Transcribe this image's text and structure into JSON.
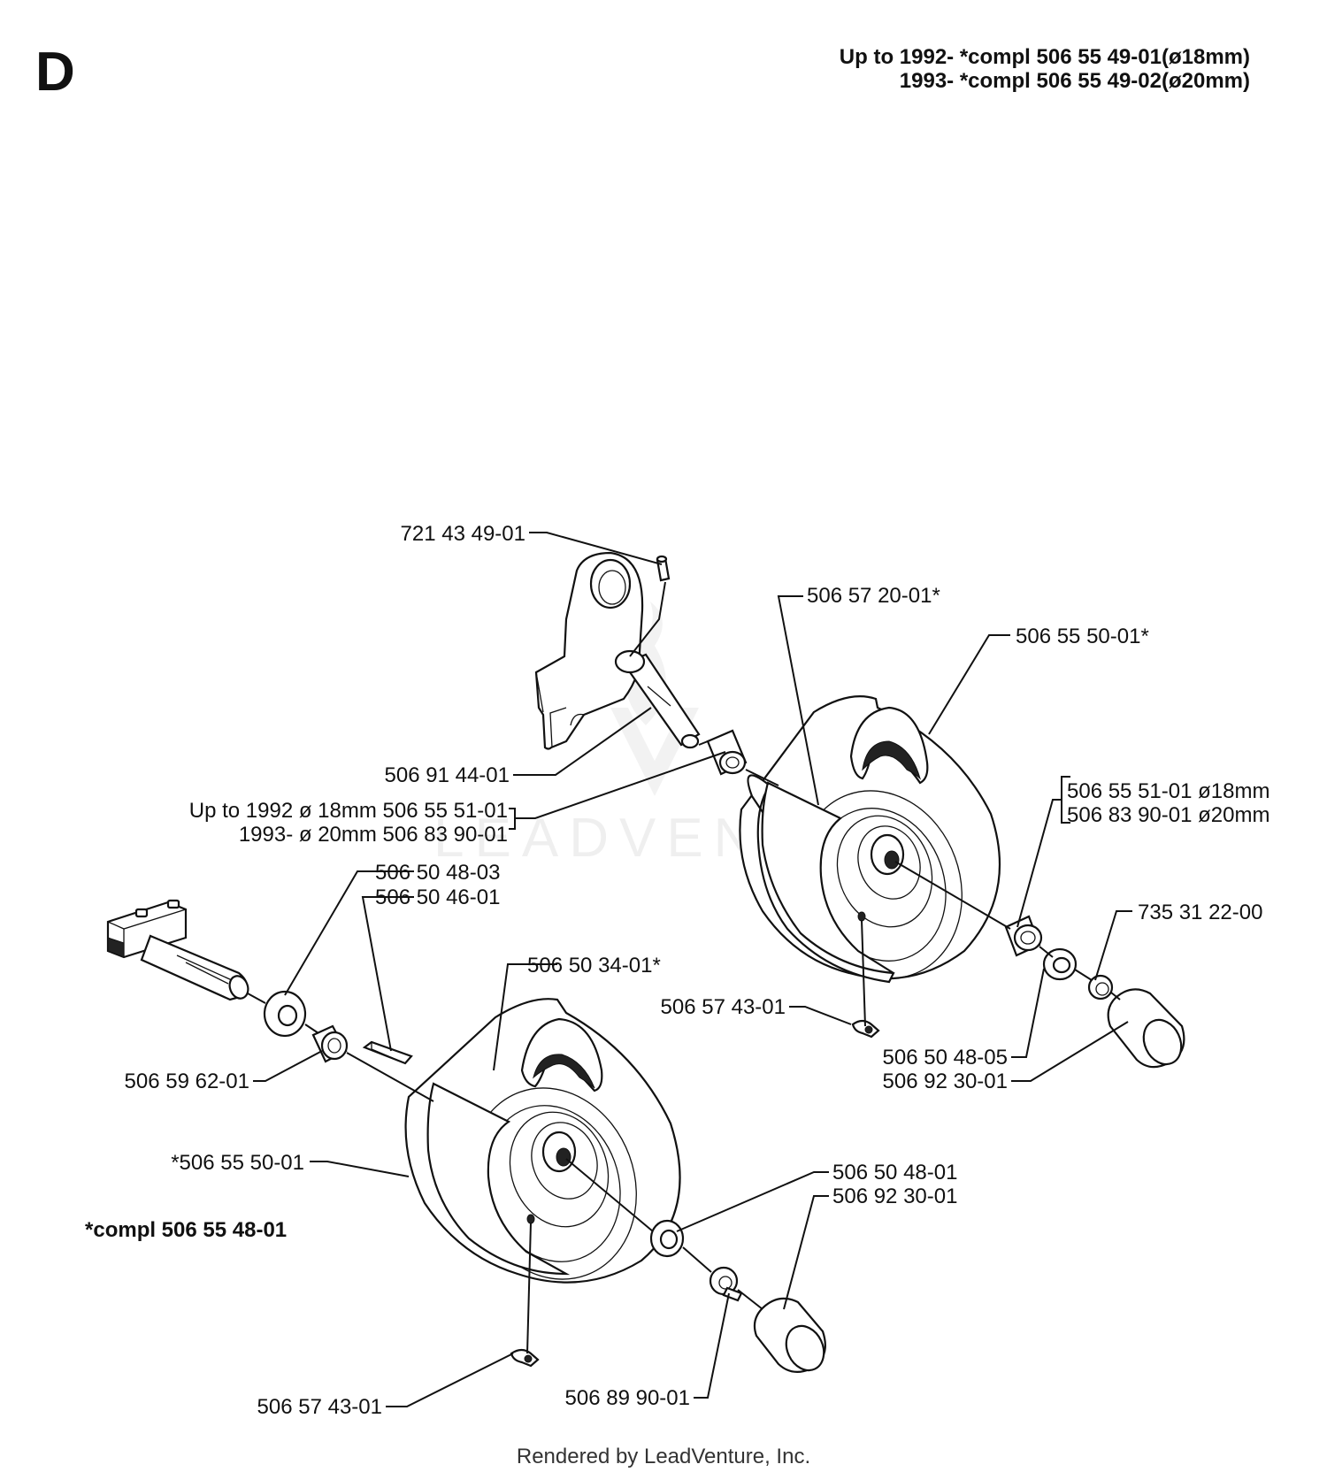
{
  "section_letter": "D",
  "header": {
    "line1": "Up to 1992- *compl 506 55 49-01(ø18mm)",
    "line2": "1993- *compl 506 55 49-02(ø20mm)"
  },
  "watermark": "LEADVENTURE",
  "footer": "Rendered by LeadVenture, Inc.",
  "labels": {
    "pin": "721 43 49-01",
    "axle": "506 91 44-01",
    "bushing_up_1992": "Up to 1992 ø 18mm 506 55 51-01",
    "bushing_1993": "1993- ø 20mm 506 83 90-01",
    "hub_right": "506 57 20-01*",
    "wheel_right": "506 55 50-01*",
    "bearing_right_18": "506 55 51-01 ø18mm",
    "bearing_right_20": "506 83 90-01 ø20mm",
    "clip_right": "735 31 22-00",
    "valve_right": "506 57 43-01",
    "washer_right": "506 50 48-05",
    "cap_right": "506 92 30-01",
    "washer_left_shaft": "506 50 48-03",
    "key_left": "506 50 46-01",
    "hub_left": "506 50 34-01*",
    "spacer_left": "506 59 62-01",
    "wheel_left": "*506 55 50-01",
    "compl_left": "*compl 506 55 48-01",
    "washer_left": "506 50 48-01",
    "cap_left": "506 92 30-01",
    "valve_left": "506 57 43-01",
    "clip_left": "506 89 90-01"
  }
}
